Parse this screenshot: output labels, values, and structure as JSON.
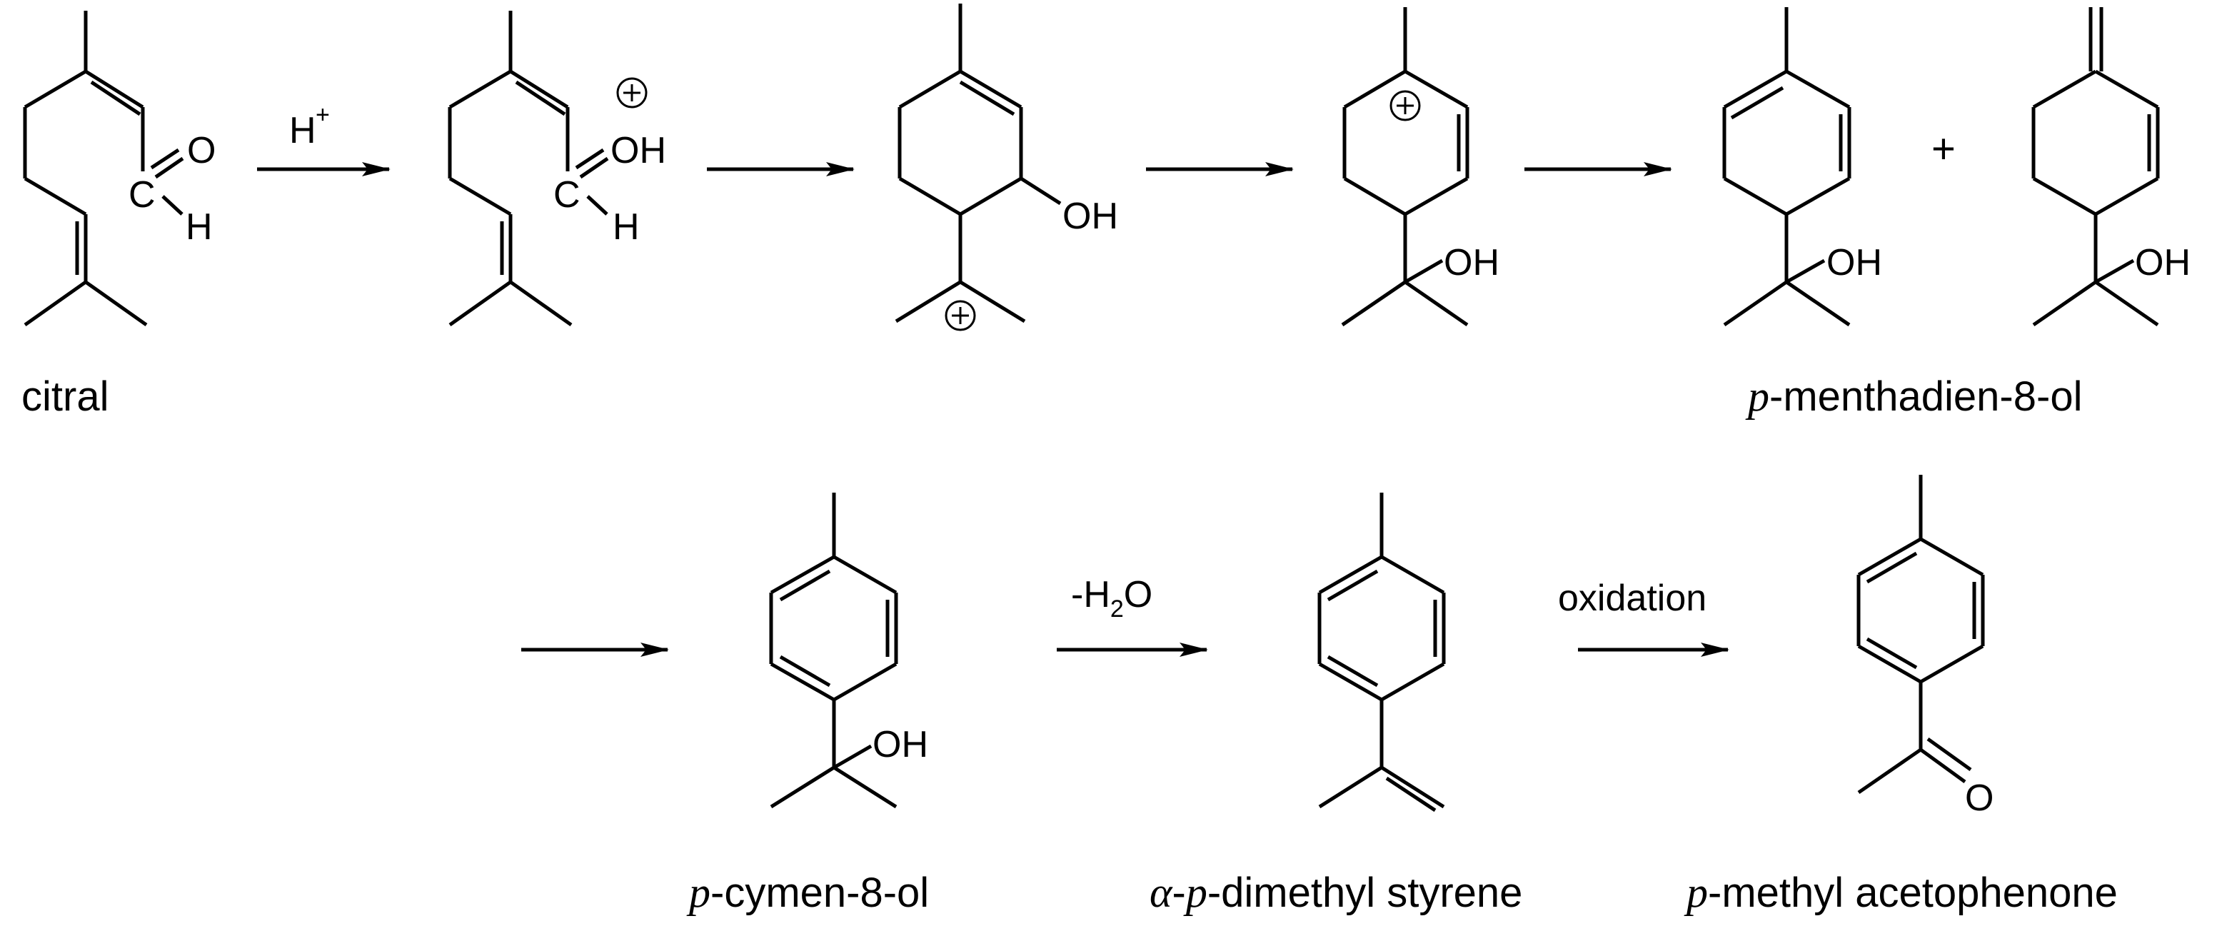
{
  "atoms": {
    "oxygen": "O",
    "hydroxyl": "OH",
    "hydrogen": "H",
    "carbon": "C"
  },
  "conditions": {
    "acid": {
      "symbol": "H",
      "charge": "+"
    },
    "dehydration": {
      "prefix": "-H",
      "subscript": "2",
      "suffix": "O"
    },
    "oxidation": "oxidation"
  },
  "labels": {
    "citral": "citral",
    "menthadienol": {
      "prefix": "p",
      "rest": "-menthadien-8-ol"
    },
    "cymenol": {
      "prefix": "p",
      "rest": "-cymen-8-ol"
    },
    "dimethylstyrene": {
      "alpha": "α",
      "dash": "-",
      "prefix": "p",
      "rest": "-dimethyl styrene"
    },
    "methylacetophenone": {
      "prefix": "p",
      "rest": "-methyl acetophenone"
    }
  },
  "plus_sign": "+"
}
